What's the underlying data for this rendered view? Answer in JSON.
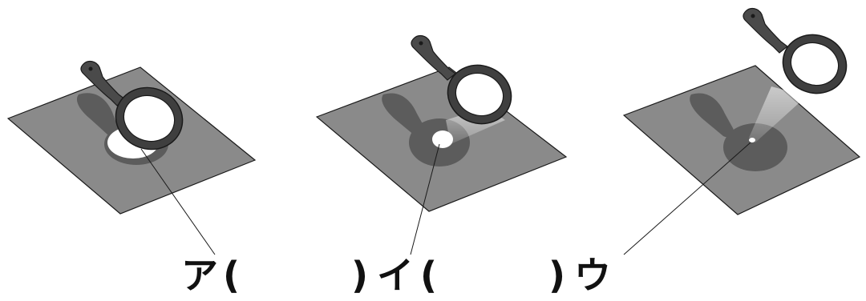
{
  "labels": {
    "a": "ア",
    "a_open": "(",
    "a_close": ")",
    "i": "イ",
    "i_open": "(",
    "i_close": ")",
    "u": "ウ"
  },
  "colors": {
    "paper": "#8a8a8a",
    "shadow": "#5c5c5c",
    "lens_frame": "#3f3f3f",
    "light_spot": "#ffffff",
    "outline": "#1a1a1a"
  }
}
